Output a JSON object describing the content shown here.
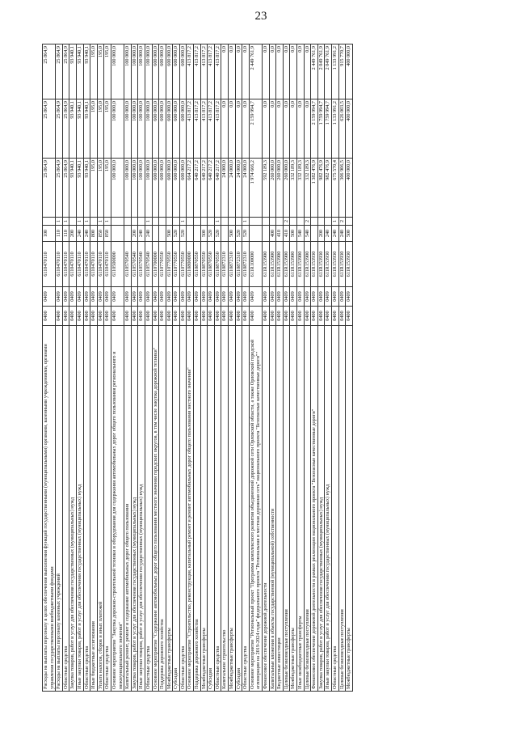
{
  "page_number": "23",
  "rows": [
    {
      "name": "Расходы на выплаты персоналу в целях обеспечения выполнения функций государственными (муниципальными) органами, казенными учреждениями, органами управления государственными внебюджетными фондами",
      "gr": "0400",
      "rz": "0409",
      "cs": "6110470110",
      "vr": "100",
      "fl": "",
      "a": "25 864,9",
      "b": "25 864,9",
      "c": "25 864,9"
    },
    {
      "name": "Расходы на выплаты персоналу казенных учреждений",
      "gr": "0400",
      "rz": "0409",
      "cs": "6110470110",
      "vr": "110",
      "fl": "1",
      "a": "25 864,9",
      "b": "25 864,9",
      "c": "25 864,9"
    },
    {
      "name": "Областные средства",
      "gr": "0400",
      "rz": "0409",
      "cs": "6110470110",
      "vr": "110",
      "fl": "1",
      "a": "25 864,9",
      "b": "25 864,9",
      "c": "25 864,9"
    },
    {
      "name": "Закупка товаров, работ и услуг для обеспечения государственных (муниципальных) нужд",
      "gr": "0400",
      "rz": "0409",
      "cs": "6110470110",
      "vr": "200",
      "fl": "",
      "a": "93 940,1",
      "b": "93 940,1",
      "c": "93 940,1"
    },
    {
      "name": "Иные закупки товаров, работ и услуг для обеспечения государственных (муниципальных) нужд",
      "gr": "0400",
      "rz": "0409",
      "cs": "6110470110",
      "vr": "240",
      "fl": "1",
      "a": "93 940,1",
      "b": "93 940,1",
      "c": "93 940,1"
    },
    {
      "name": "Областные средства",
      "gr": "0400",
      "rz": "0409",
      "cs": "6110470110",
      "vr": "240",
      "fl": "1",
      "a": "93 940,1",
      "b": "93 940,1",
      "c": "93 940,1"
    },
    {
      "name": "Иные бюджетные ассигнования",
      "gr": "0400",
      "rz": "0409",
      "cs": "6110470110",
      "vr": "800",
      "fl": "",
      "a": "195,0",
      "b": "195,0",
      "c": "195,0"
    },
    {
      "name": "Уплата налогов, сборов и иных платежей",
      "gr": "0400",
      "rz": "0409",
      "cs": "6110470110",
      "vr": "850",
      "fl": "1",
      "a": "195,0",
      "b": "195,0",
      "c": "195,0"
    },
    {
      "name": "Областные средства",
      "gr": "0400",
      "rz": "0409",
      "cs": "6110470110",
      "vr": "850",
      "fl": "1",
      "a": "195,0",
      "b": "195,0",
      "c": "195,0"
    },
    {
      "name": "Основное мероприятие \"Закупка дорожно-строительной техники и оборудования для содержания автомобильных дорог общего пользования регионального и межмуниципального значения\"",
      "gr": "0400",
      "rz": "0409",
      "cs": "6110500000",
      "vr": "",
      "fl": "",
      "a": "100 000,0",
      "b": "100 000,0",
      "c": "100 000,0"
    },
    {
      "name": "Капитальный ремонт, ремонт и содержание автомобильных дорог общего пользования",
      "gr": "0400",
      "rz": "0409",
      "cs": "6110570540",
      "vr": "",
      "fl": "",
      "a": "100 000,0",
      "b": "100 000,0",
      "c": "100 000,0"
    },
    {
      "name": "Закупка товаров, работ и услуг для обеспечения государственных (муниципальных) нужд",
      "gr": "0400",
      "rz": "0409",
      "cs": "6110570540",
      "vr": "200",
      "fl": "",
      "a": "100 000,0",
      "b": "100 000,0",
      "c": "100 000,0"
    },
    {
      "name": "Иные закупки товаров, работ и услуг для обеспечения государственных (муниципальных) нужд",
      "gr": "0400",
      "rz": "0409",
      "cs": "6110570540",
      "vr": "240",
      "fl": "",
      "a": "100 000,0",
      "b": "100 000,0",
      "c": "100 000,0"
    },
    {
      "name": "Областные средства",
      "gr": "0400",
      "rz": "0409",
      "cs": "6110570540",
      "vr": "240",
      "fl": "1",
      "a": "100 000,0",
      "b": "100 000,0",
      "c": "100 000,0"
    },
    {
      "name": "Основное мероприятие \"Содержание автомобильных дорог общего пользования местного значения городских округов, в том числе закупка дорожной техники\"",
      "gr": "0400",
      "rz": "0409",
      "cs": "6110700000",
      "vr": "",
      "fl": "",
      "a": "600 000,0",
      "b": "600 000,0",
      "c": "600 000,0"
    },
    {
      "name": "Поддержка дорожного хозяйства",
      "gr": "0400",
      "rz": "0409",
      "cs": "6110770550",
      "vr": "",
      "fl": "",
      "a": "600 000,0",
      "b": "600 000,0",
      "c": "600 000,0"
    },
    {
      "name": "Межбюджетные трансферты",
      "gr": "0400",
      "rz": "0409",
      "cs": "6110770550",
      "vr": "500",
      "fl": "",
      "a": "600 000,0",
      "b": "600 000,0",
      "c": "600 000,0"
    },
    {
      "name": "Субсидии",
      "gr": "0400",
      "rz": "0409",
      "cs": "6110770550",
      "vr": "520",
      "fl": "",
      "a": "600 000,0",
      "b": "600 000,0",
      "c": "600 000,0"
    },
    {
      "name": "Областные средства",
      "gr": "0400",
      "rz": "0409",
      "cs": "6110770550",
      "vr": "520",
      "fl": "1",
      "a": "600 000,0",
      "b": "600 000,0",
      "c": "600 000,0"
    },
    {
      "name": "Основное мероприятие \"Строительство, реконструкция, капитальный ремонт и ремонт автомобильных дорог общего пользования местного значения\"",
      "gr": "0400",
      "rz": "0409",
      "cs": "6110800000",
      "vr": "",
      "fl": "",
      "a": "664 217,2",
      "b": "413 817,2",
      "c": "413 817,2"
    },
    {
      "name": "Поддержка дорожного хозяйства",
      "gr": "0400",
      "rz": "0409",
      "cs": "6110870550",
      "vr": "",
      "fl": "",
      "a": "640 217,2",
      "b": "413 817,2",
      "c": "413 817,2"
    },
    {
      "name": "Межбюджетные трансферты",
      "gr": "0400",
      "rz": "0409",
      "cs": "6110870550",
      "vr": "500",
      "fl": "",
      "a": "640 217,2",
      "b": "413 817,2",
      "c": "413 817,2"
    },
    {
      "name": "Субсидии",
      "gr": "0400",
      "rz": "0409",
      "cs": "6110870550",
      "vr": "520",
      "fl": "",
      "a": "640 217,2",
      "b": "413 817,2",
      "c": "413 817,2"
    },
    {
      "name": "Областные средства",
      "gr": "0400",
      "rz": "0409",
      "cs": "6110870550",
      "vr": "520",
      "fl": "1",
      "a": "640 217,2",
      "b": "413 817,2",
      "c": "413 817,2"
    },
    {
      "name": "Капитальное строительство",
      "gr": "0400",
      "rz": "0409",
      "cs": "6110872310",
      "vr": "",
      "fl": "",
      "a": "24 000,0",
      "b": "0,0",
      "c": "0,0"
    },
    {
      "name": "Межбюджетные трансферты",
      "gr": "0400",
      "rz": "0409",
      "cs": "6110872310",
      "vr": "500",
      "fl": "",
      "a": "24 000,0",
      "b": "0,0",
      "c": "0,0"
    },
    {
      "name": "Субсидии",
      "gr": "0400",
      "rz": "0409",
      "cs": "6110872310",
      "vr": "520",
      "fl": "",
      "a": "24 000,0",
      "b": "0,0",
      "c": "0,0"
    },
    {
      "name": "Областные средства",
      "gr": "0400",
      "rz": "0409",
      "cs": "6110872310",
      "vr": "520",
      "fl": "1",
      "a": "24 000,0",
      "b": "0,0",
      "c": "0,0"
    },
    {
      "name": "Основное мероприятие \"Региональный проект \"Программа комплексного развития объединенной дорожной сети Орловской области, а также Орловской городской агломерации на 2019-2024 годы\" федерального проекта \"Региональная и местная дорожная сеть\" национального проекта \"Безопасные качественные дороги\"\"",
      "gr": "0400",
      "rz": "0409",
      "cs": "611R100000",
      "vr": "",
      "fl": "",
      "a": "1 974 666,2",
      "b": "2 159 994,7",
      "c": "2 449 761,9"
    },
    {
      "name": "Финансовое обеспечение дорожной деятельности",
      "gr": "0400",
      "rz": "0409",
      "cs": "611R153900",
      "vr": "",
      "fl": "",
      "a": "592 189,3",
      "b": "0,0",
      "c": "0,0"
    },
    {
      "name": "Капитальные вложения в объекты государственной (муниципальной) собственности",
      "gr": "0400",
      "rz": "0409",
      "cs": "611R153900",
      "vr": "400",
      "fl": "",
      "a": "260 000,0",
      "b": "0,0",
      "c": "0,0"
    },
    {
      "name": "Бюджетные инвестиции",
      "gr": "0400",
      "rz": "0409",
      "cs": "611R153900",
      "vr": "410",
      "fl": "",
      "a": "260 000,0",
      "b": "0,0",
      "c": "0,0"
    },
    {
      "name": "Целевые безвозмездные поступления",
      "gr": "0400",
      "rz": "0409",
      "cs": "611R153900",
      "vr": "410",
      "fl": "2",
      "a": "260 000,0",
      "b": "0,0",
      "c": "0,0"
    },
    {
      "name": "Межбюджетные трансферты",
      "gr": "0400",
      "rz": "0409",
      "cs": "611R153900",
      "vr": "500",
      "fl": "",
      "a": "332 189,3",
      "b": "0,0",
      "c": "0,0"
    },
    {
      "name": "Иные межбюджетные трансферты",
      "gr": "0400",
      "rz": "0409",
      "cs": "611R153900",
      "vr": "540",
      "fl": "",
      "a": "332 189,3",
      "b": "0,0",
      "c": "0,0"
    },
    {
      "name": "Целевые безвозмездные поступления",
      "gr": "0400",
      "rz": "0409",
      "cs": "611R153900",
      "vr": "540",
      "fl": "2",
      "a": "332 189,3",
      "b": "0,0",
      "c": "0,0"
    },
    {
      "name": "Финансовое обеспечение дорожной деятельности в рамках реализации национального проекта \"Безопасные качественные дороги\"",
      "gr": "0400",
      "rz": "0409",
      "cs": "611R153930",
      "vr": "",
      "fl": "",
      "a": "1 382 476,9",
      "b": "2 159 994,7",
      "c": "2 449 761,9"
    },
    {
      "name": "Закупка товаров, работ и услуг для обеспечения государственных (муниципальных) нужд",
      "gr": "0400",
      "rz": "0409",
      "cs": "611R153930",
      "vr": "200",
      "fl": "",
      "a": "982 476,9",
      "b": "1 759 994,7",
      "c": "2 049 761,9"
    },
    {
      "name": "Иные закупки товаров, работ и услуг для обеспечения государственных (муниципальных) нужд",
      "gr": "0400",
      "rz": "0409",
      "cs": "611R153930",
      "vr": "240",
      "fl": "",
      "a": "982 476,9",
      "b": "1 759 994,7",
      "c": "2 049 761,9"
    },
    {
      "name": "Областные средства",
      "gr": "0400",
      "rz": "0409",
      "cs": "611R153930",
      "vr": "240",
      "fl": "1",
      "a": "675 570,4",
      "b": "1 133 991,2",
      "c": "1 133 991,2"
    },
    {
      "name": "Целевые безвозмездные поступления",
      "gr": "0400",
      "rz": "0409",
      "cs": "611R153930",
      "vr": "240",
      "fl": "2",
      "a": "306 906,5",
      "b": "626 003,5",
      "c": "915 770,7"
    },
    {
      "name": "Межбюджетные трансферты",
      "gr": "0400",
      "rz": "0409",
      "cs": "611R153930",
      "vr": "500",
      "fl": "",
      "a": "400 000,0",
      "b": "400 000,0",
      "c": "400 000,0"
    }
  ]
}
